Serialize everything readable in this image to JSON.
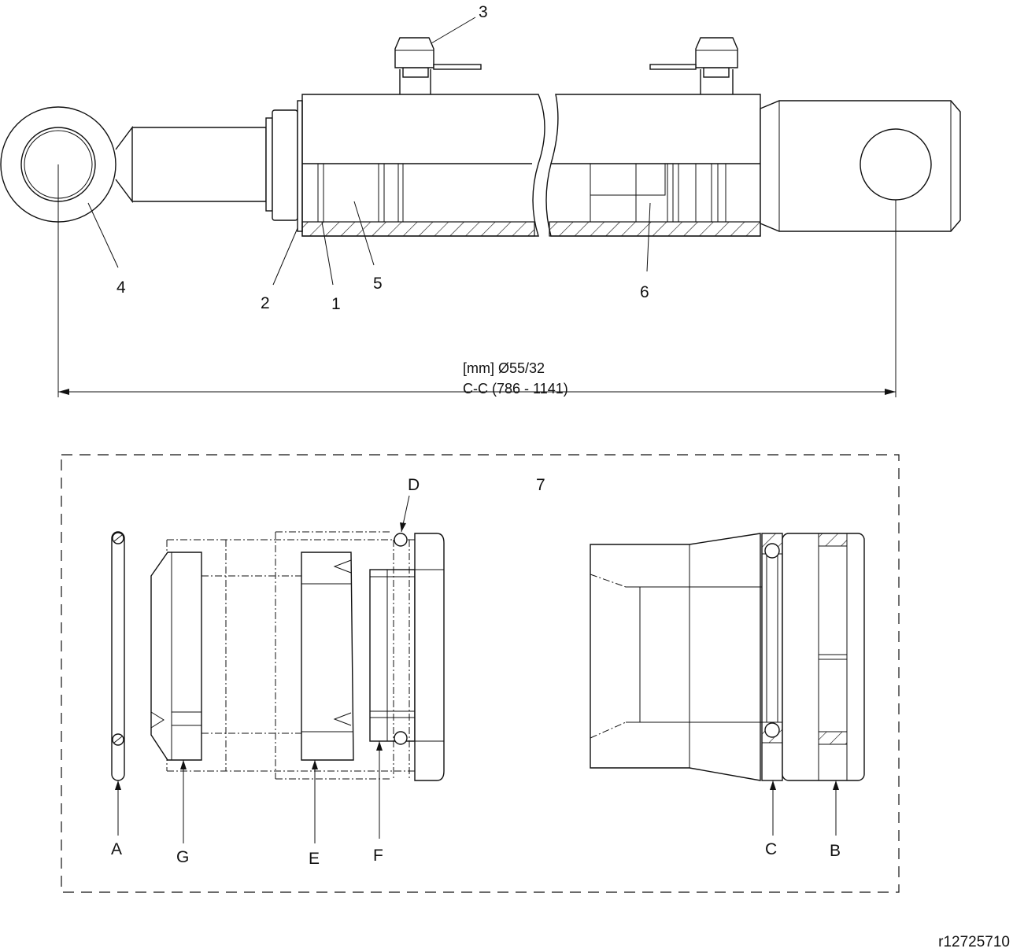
{
  "callouts": {
    "c1": "1",
    "c2": "2",
    "c3": "3",
    "c4": "4",
    "c5": "5",
    "c6": "6",
    "c7": "7"
  },
  "detail_labels": {
    "A": "A",
    "B": "B",
    "C": "C",
    "D": "D",
    "E": "E",
    "F": "F",
    "G": "G"
  },
  "dimension": {
    "line1": "[mm] Ø55/32",
    "line2": "C-C (786 - 1141)"
  },
  "reference_code": "r12725710"
}
